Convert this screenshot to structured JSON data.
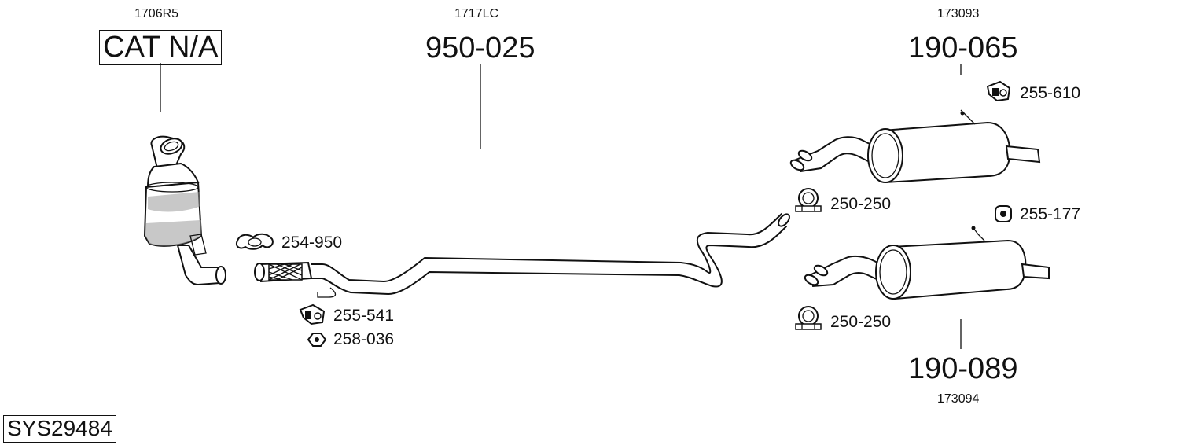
{
  "system_number": "SYS29484",
  "components": {
    "catalyst": {
      "oem_ref": "1706R5",
      "part_number": "CAT N/A"
    },
    "center_pipe": {
      "oem_ref": "1717LC",
      "part_number": "950-025"
    },
    "rear_silencer_a": {
      "oem_ref": "173093",
      "part_number": "190-065"
    },
    "rear_silencer_b": {
      "oem_ref": "173094",
      "part_number": "190-089"
    }
  },
  "accessories": {
    "gasket_front": "254-950",
    "hanger_front": "255-541",
    "nut_front": "258-036",
    "hanger_rear_top": "255-610",
    "clamp_rear_a": "250-250",
    "rubber_mount": "255-177",
    "clamp_rear_b": "250-250"
  }
}
